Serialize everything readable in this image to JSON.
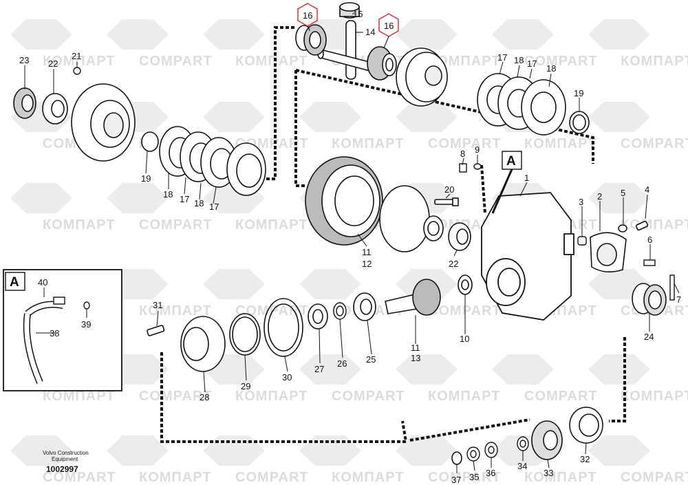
{
  "watermarks": [
    "КОМПАРТ",
    "COMPART"
  ],
  "callout_letter": "A",
  "part_numbers": {
    "p1": "1",
    "p2": "2",
    "p3": "3",
    "p4": "4",
    "p5": "5",
    "p6": "6",
    "p7": "7",
    "p8": "8",
    "p9": "9",
    "p10": "10",
    "p11a": "11",
    "p12": "12",
    "p11b": "11",
    "p13": "13",
    "p14": "14",
    "p15": "15",
    "p16a": "16",
    "p16b": "16",
    "p17a": "17",
    "p18a": "18",
    "p17b": "17",
    "p18b": "18",
    "p19a": "19",
    "p18c": "18",
    "p17c": "17",
    "p18d": "18",
    "p17d": "17",
    "p19b": "19",
    "p20": "20",
    "p21": "21",
    "p22a": "22",
    "p23": "23",
    "p22b": "22",
    "p24": "24",
    "p25": "25",
    "p26": "26",
    "p27": "27",
    "p28": "28",
    "p29": "29",
    "p30": "30",
    "p31": "31",
    "p32": "32",
    "p33": "33",
    "p34": "34",
    "p35": "35",
    "p36": "36",
    "p37": "37",
    "p38": "38",
    "p39": "39",
    "p40": "40"
  },
  "footer": {
    "brand": "Volvo Construction",
    "brand2": "Equipment",
    "drawing_number": "1002997"
  },
  "colors": {
    "highlight": "#d9262c",
    "ink": "#111111",
    "watermark": "#dcdcdc"
  }
}
